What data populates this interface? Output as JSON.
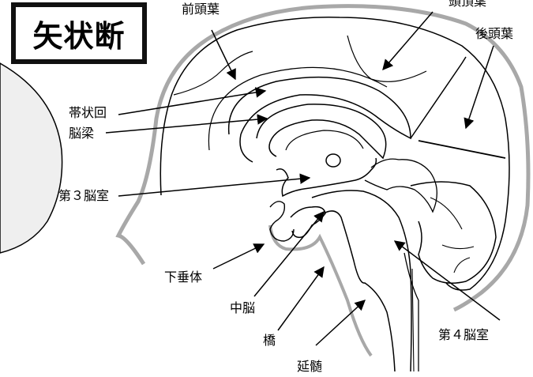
{
  "title": "矢状断",
  "labels": {
    "frontal_lobe": "前頭葉",
    "parietal_lobe": "頭頂葉",
    "occipital_lobe": "後頭葉",
    "cingulate_gyrus": "帯状回",
    "corpus_callosum": "脳梁",
    "third_ventricle": "第３脳室",
    "pituitary": "下垂体",
    "midbrain": "中脳",
    "pons": "橋",
    "medulla": "延髄",
    "fourth_ventricle": "第４脳室"
  },
  "colors": {
    "outline": "#000000",
    "skull": "#a8a8a8",
    "arrow": "#000000",
    "head_fill": "#efefef"
  }
}
